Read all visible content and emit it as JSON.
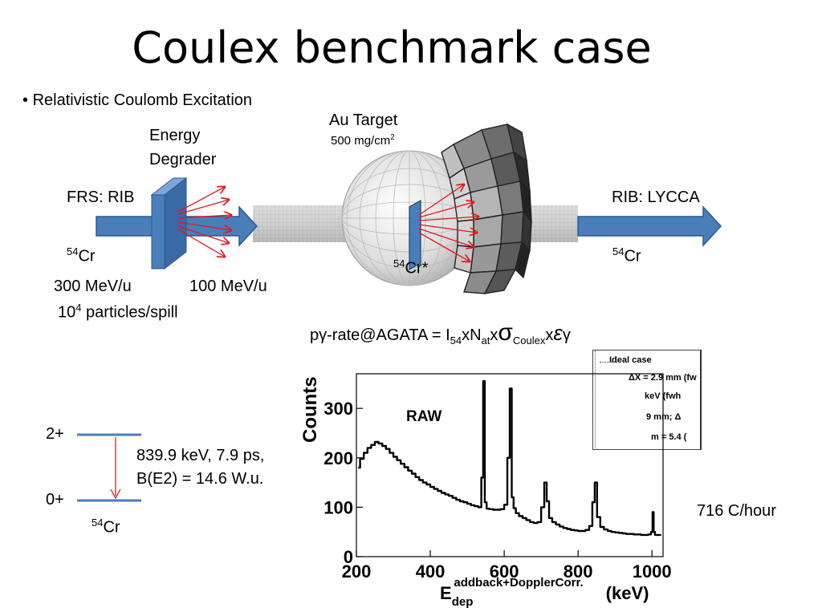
{
  "slide": {
    "title": "Coulex benchmark case",
    "bullet_marker": "•",
    "bullet": "Relativistic Coulomb Excitation"
  },
  "diagram": {
    "degrader_line1": "Energy",
    "degrader_line2": "Degrader",
    "target_label": "Au Target",
    "target_thickness": "500 mg/cm",
    "target_thickness_sup": "2",
    "frs_label": "FRS: RIB",
    "lycca_label": "RIB: LYCCA",
    "isotope_mass": "54",
    "isotope_symbol": "Cr",
    "excited_symbol": "Cr*",
    "energy_in": "300 MeV/u",
    "energy_out": "100 MeV/u",
    "rate_pre": "10",
    "rate_exp": "4",
    "rate_post": " particles/spill",
    "colors": {
      "arrow": "#4a7ebb",
      "arrow_edge": "#2c5a8f",
      "rays": "#e0191c"
    }
  },
  "formula": {
    "p1": "pγ-rate@AGATA  =  I",
    "s1": "54",
    "p2": "xN",
    "s2": "at",
    "p3": "x",
    "sigma": "σ",
    "s3": "Coulex",
    "p4": "x",
    "eps": "ε",
    "p5": "γ"
  },
  "level_scheme": {
    "upper": "2+",
    "lower": "0+",
    "info_line1": "839.9 keV, 7.9 ps,",
    "info_line2": "B(E2) = 14.6 W.u."
  },
  "result": {
    "rate": "716 C/hour"
  },
  "legend_inset": {
    "l1": "Ideal case",
    "l2": "ΔX = 2.9 mm (fw",
    "l3": "keV (fwh",
    "l4": "9 mm; Δ",
    "l5": "m = 5.4 ("
  },
  "chart_data": {
    "type": "line",
    "series_label": "RAW",
    "ylabel": "Counts",
    "xlabel_main": "E",
    "xlabel_sub": "dep",
    "xlabel_sup": "addback+DopplerCorr.",
    "xlabel_unit": "(keV)",
    "xlim": [
      200,
      1030
    ],
    "ylim": [
      0,
      370
    ],
    "xticks": [
      200,
      400,
      600,
      800,
      1000
    ],
    "yticks": [
      0,
      100,
      200,
      300
    ],
    "x": [
      205,
      215,
      225,
      235,
      245,
      255,
      265,
      275,
      285,
      295,
      305,
      315,
      325,
      335,
      345,
      355,
      365,
      375,
      385,
      395,
      405,
      415,
      425,
      435,
      445,
      455,
      465,
      475,
      485,
      495,
      505,
      515,
      525,
      535,
      541,
      545,
      550,
      555,
      565,
      575,
      585,
      595,
      605,
      612,
      618,
      623,
      628,
      635,
      645,
      655,
      665,
      675,
      685,
      695,
      705,
      712,
      718,
      725,
      735,
      745,
      755,
      765,
      775,
      785,
      795,
      805,
      815,
      825,
      835,
      842,
      848,
      855,
      865,
      875,
      885,
      895,
      905,
      915,
      925,
      935,
      945,
      955,
      965,
      975,
      985,
      995,
      1000,
      1003,
      1006,
      1010,
      1015,
      1020,
      1025
    ],
    "y": [
      180,
      198,
      210,
      220,
      226,
      232,
      229,
      224,
      218,
      210,
      202,
      195,
      188,
      181,
      174,
      168,
      161,
      155,
      150,
      146,
      141,
      137,
      133,
      129,
      126,
      123,
      119,
      115,
      112,
      110,
      107,
      104,
      102,
      100,
      160,
      355,
      110,
      97,
      96,
      95,
      95,
      96,
      105,
      200,
      340,
      120,
      98,
      88,
      82,
      78,
      74,
      70,
      68,
      70,
      100,
      150,
      112,
      78,
      70,
      65,
      61,
      58,
      56,
      54,
      53,
      52,
      52,
      54,
      62,
      110,
      150,
      80,
      60,
      55,
      52,
      50,
      49,
      48,
      47,
      46,
      46,
      45,
      45,
      44,
      44,
      45,
      50,
      90,
      50,
      44,
      44,
      44,
      44
    ]
  }
}
